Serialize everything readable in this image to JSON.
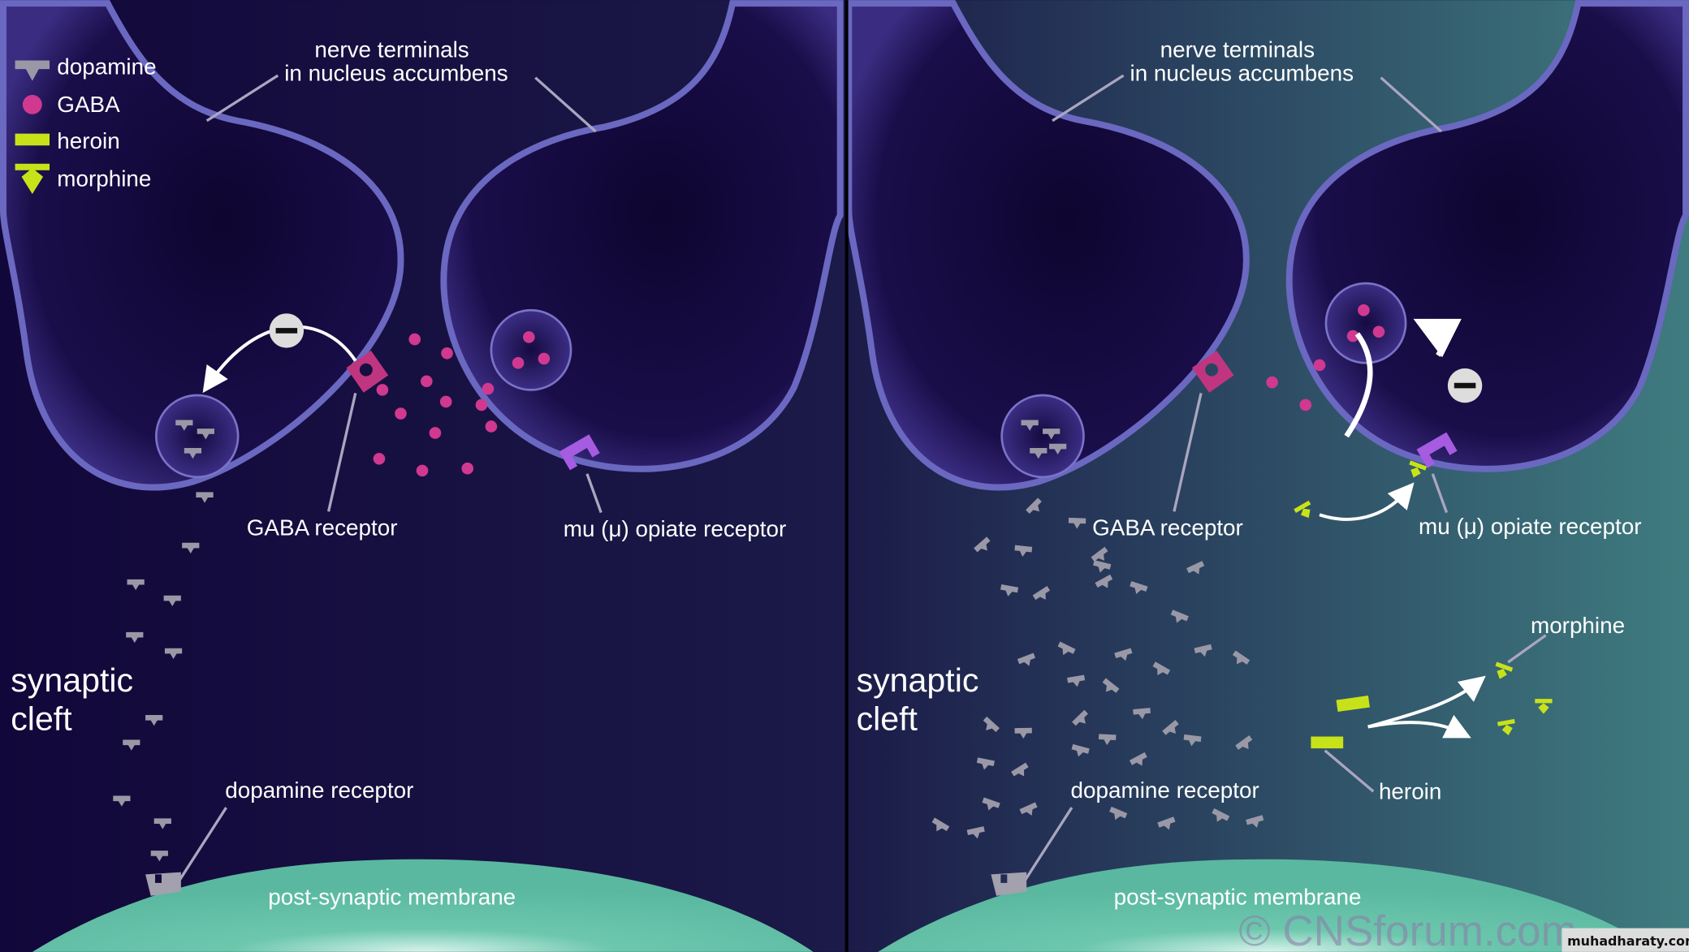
{
  "legend": {
    "dopamine": "dopamine",
    "gaba": "GABA",
    "heroin": "heroin",
    "morphine": "morphine"
  },
  "labels": {
    "nerve_terminals_1": "nerve terminals",
    "nerve_terminals_2": "in nucleus accumbens",
    "gaba_receptor": "GABA receptor",
    "mu_receptor": "mu (μ) opiate receptor",
    "synaptic_1": "synaptic",
    "synaptic_2": "cleft",
    "dopamine_receptor": "dopamine receptor",
    "post_synaptic": "post-synaptic membrane",
    "morphine": "morphine",
    "heroin": "heroin",
    "inhibit_symbol": "−"
  },
  "watermark": "© CNSforum.com",
  "site_credit": "muhadharaty.com",
  "colors": {
    "dopamine": "#9a98a6",
    "gaba": "#d0398f",
    "heroin": "#c8e21a",
    "mu_receptor": "#a55ce0",
    "gaba_receptor": "#c0357f",
    "membrane": "#6a68c0",
    "postsynaptic": "#5fbfa5"
  }
}
